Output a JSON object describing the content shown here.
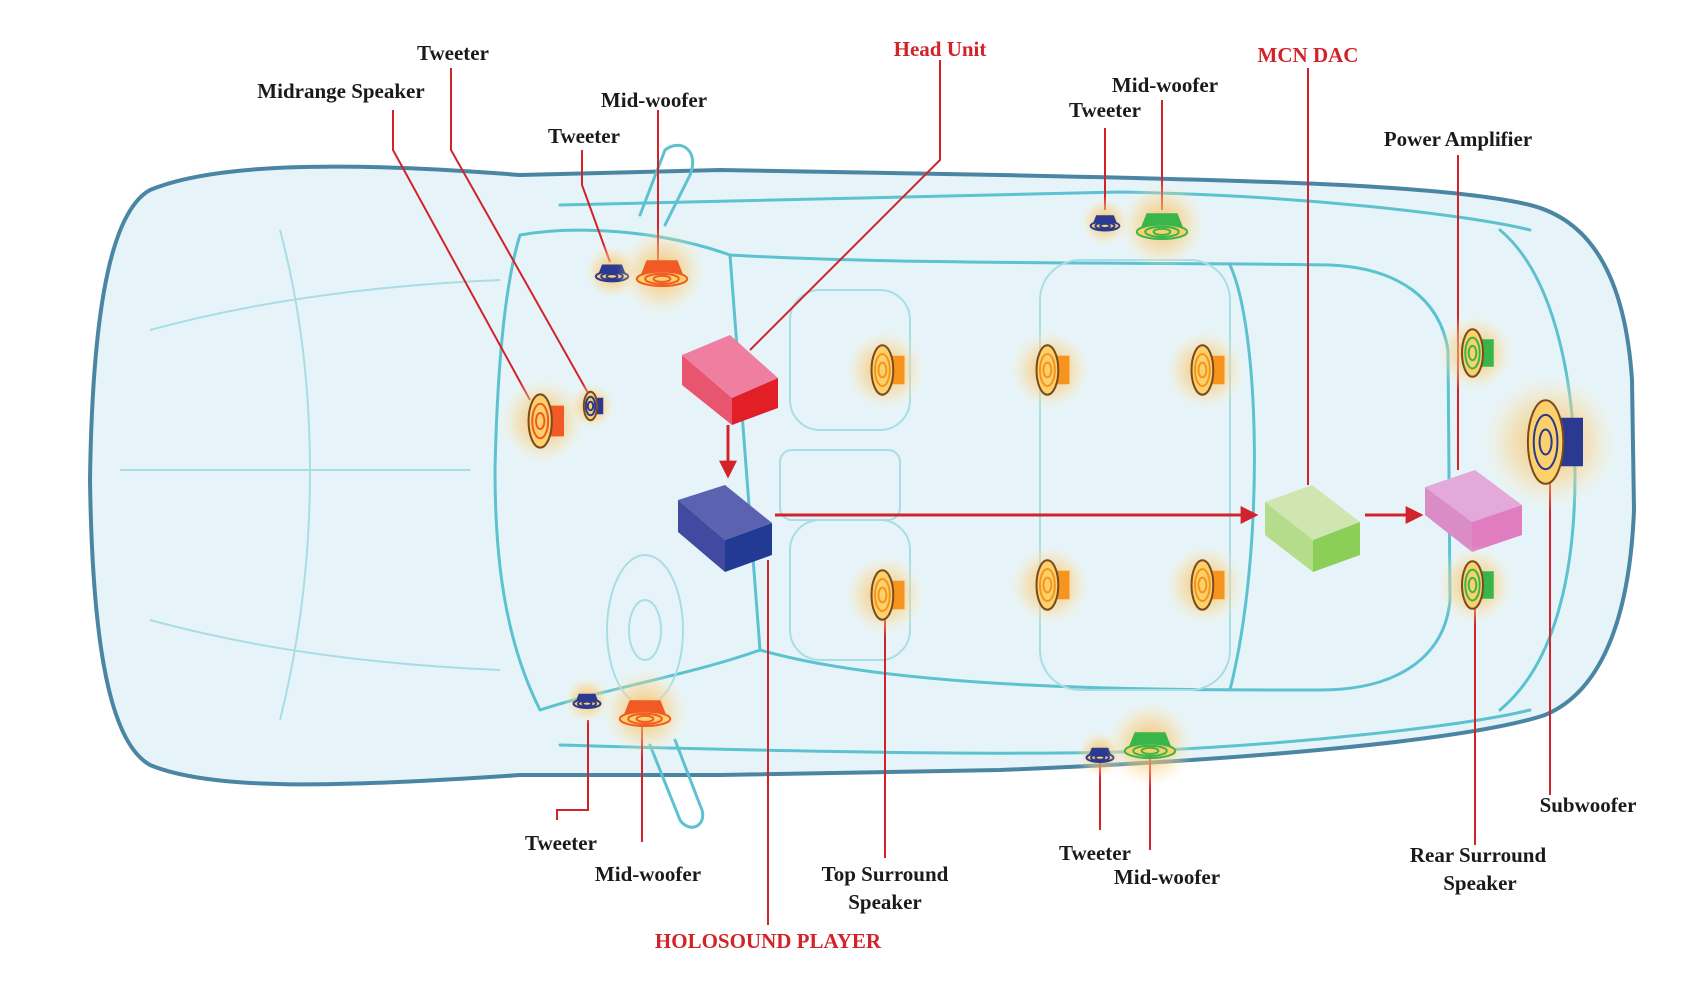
{
  "title": "",
  "colors": {
    "leader": "#d2232a",
    "car_body": "#e6f4f9",
    "car_outline": "#4a86a3",
    "car_trim": "#5cc2cf",
    "head_unit": "#e8556f",
    "holosound_player": "#3f4aa0",
    "mcn_dac": "#b5dc8a",
    "power_amplifier": "#d98cc6"
  },
  "components": {
    "head_unit": "Head Unit",
    "holosound_player": "HOLOSOUND PLAYER",
    "mcn_dac": "MCN DAC",
    "power_amplifier": "Power Amplifier"
  },
  "signal_flow": [
    "Head Unit",
    "HOLOSOUND PLAYER",
    "MCN DAC",
    "Power Amplifier"
  ],
  "speaker_labels": {
    "front_left_tweeter_top": "Tweeter",
    "front_left_midrange": "Midrange Speaker",
    "front_left_midwoofer": "Mid-woofer",
    "front_left_tweeter": "Tweeter",
    "rear_left_midwoofer": "Mid-woofer",
    "rear_left_tweeter": "Tweeter",
    "front_right_tweeter": "Tweeter",
    "front_right_midwoofer": "Mid-woofer",
    "top_surround_line1": "Top Surround",
    "top_surround_line2": "Speaker",
    "rear_right_tweeter": "Tweeter",
    "rear_right_midwoofer": "Mid-woofer",
    "subwoofer": "Subwoofer",
    "rear_surround_line1": "Rear Surround",
    "rear_surround_line2": "Speaker"
  },
  "speakers": [
    {
      "type": "tweeter",
      "color": "#2b3990",
      "icon": "tweeter-icon"
    },
    {
      "type": "mid-woofer",
      "color": "#f15a24",
      "icon": "mid-woofer-icon"
    },
    {
      "type": "midrange",
      "color": "#f15a24",
      "icon": "midrange-speaker-icon"
    },
    {
      "type": "tweeter",
      "color": "#2b3990",
      "icon": "tweeter-icon"
    },
    {
      "type": "tweeter",
      "color": "#2b3990",
      "icon": "tweeter-icon"
    },
    {
      "type": "mid-woofer",
      "color": "#f15a24",
      "icon": "mid-woofer-icon"
    },
    {
      "type": "tweeter",
      "color": "#2b3990",
      "icon": "tweeter-icon"
    },
    {
      "type": "mid-woofer",
      "color": "#39b54a",
      "icon": "mid-woofer-icon"
    },
    {
      "type": "tweeter",
      "color": "#2b3990",
      "icon": "tweeter-icon"
    },
    {
      "type": "mid-woofer",
      "color": "#39b54a",
      "icon": "mid-woofer-icon"
    },
    {
      "type": "top surround",
      "color": "#f7941d",
      "icon": "surround-speaker-icon"
    },
    {
      "type": "rear surround",
      "color": "#39b54a",
      "icon": "rear-surround-speaker-icon"
    },
    {
      "type": "subwoofer",
      "color": "#2b3990",
      "icon": "subwoofer-icon"
    }
  ]
}
